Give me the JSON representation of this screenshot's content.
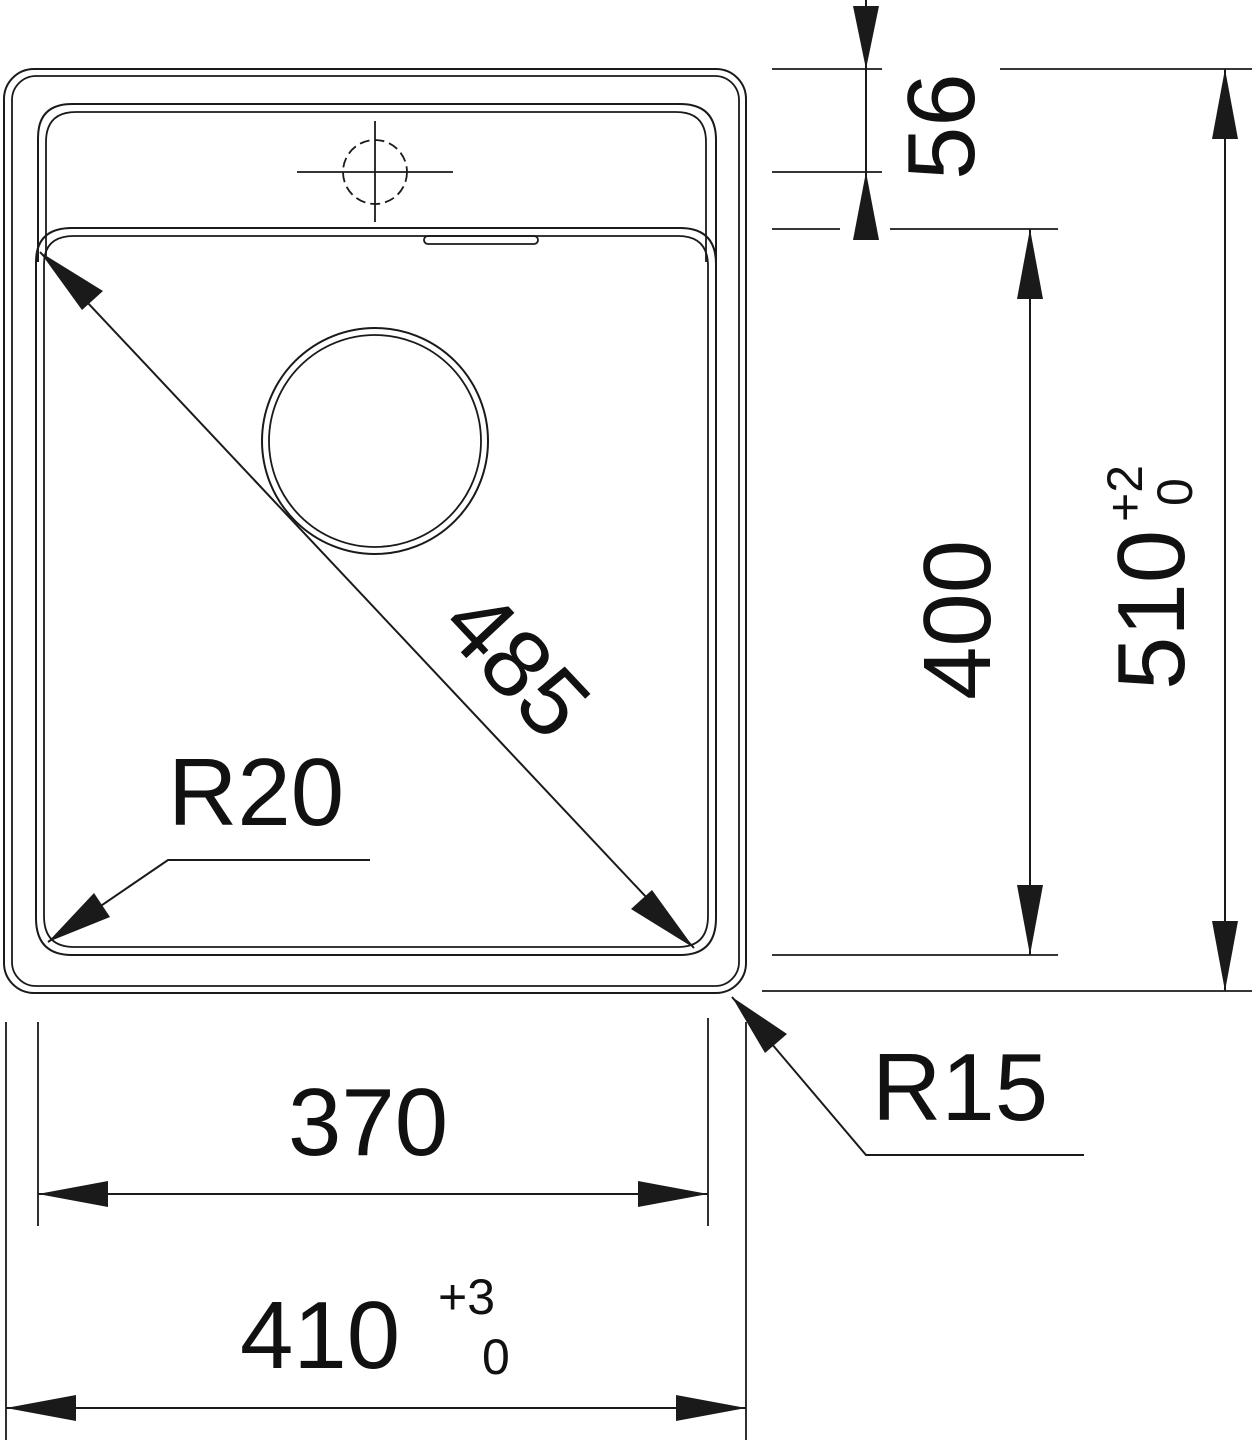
{
  "drawing": {
    "dimensions": {
      "tap_offset": "56",
      "bowl_length": "400",
      "overall_length": "510",
      "overall_length_tol_upper": "+2",
      "overall_length_tol_lower": "0",
      "bowl_diagonal": "485",
      "bowl_corner_radius": "R20",
      "outer_corner_radius": "R15",
      "bowl_width": "370",
      "overall_width": "410",
      "overall_width_tol_upper": "+3",
      "overall_width_tol_lower": "0"
    },
    "colors": {
      "line": "#1a1a1a",
      "background": "#ffffff"
    }
  }
}
